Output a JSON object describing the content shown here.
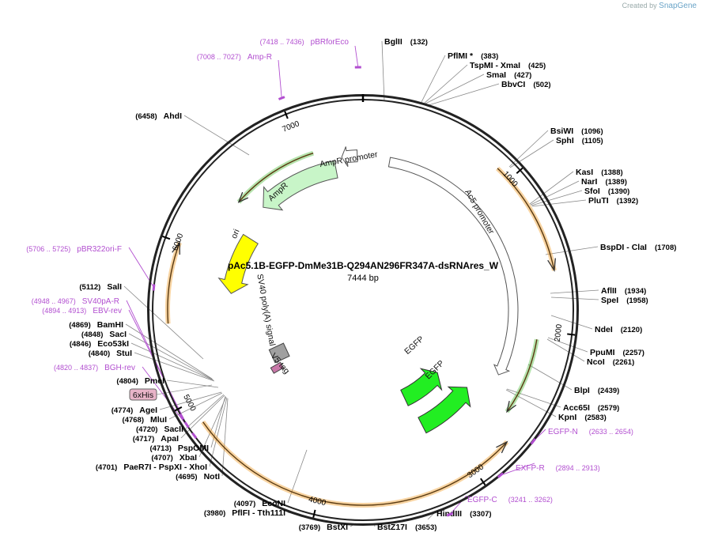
{
  "credit": {
    "prefix": "Created by",
    "brand": "SnapGene"
  },
  "plasmid": {
    "name": "pAc5.1B-EGFP-DmMe31B-Q294AN296FR347A-dsRNAres_W",
    "length": "7444 bp"
  },
  "ticks": [
    "1000",
    "2000",
    "3000",
    "4000",
    "5000",
    "6000",
    "7000"
  ],
  "enzymes": [
    {
      "name": "BglII",
      "pos": "(132)"
    },
    {
      "name": "PflMI *",
      "pos": "(383)"
    },
    {
      "name": "TspMI",
      "sep": " - ",
      "name2": "XmaI",
      "pos": "(425)"
    },
    {
      "name": "SmaI",
      "pos": "(427)"
    },
    {
      "name": "BbvCI",
      "pos": "(502)"
    },
    {
      "name": "BsiWI",
      "pos": "(1096)"
    },
    {
      "name": "SphI",
      "pos": "(1105)"
    },
    {
      "name": "KasI",
      "pos": "(1388)"
    },
    {
      "name": "NarI",
      "pos": "(1389)"
    },
    {
      "name": "SfoI",
      "pos": "(1390)"
    },
    {
      "name": "PluTI",
      "pos": "(1392)"
    },
    {
      "name": "BspDI",
      "sep": " - ",
      "name2": "ClaI",
      "pos": "(1708)"
    },
    {
      "name": "AflII",
      "pos": "(1934)"
    },
    {
      "name": "SpeI",
      "pos": "(1958)"
    },
    {
      "name": "NdeI",
      "pos": "(2120)"
    },
    {
      "name": "PpuMI",
      "pos": "(2257)"
    },
    {
      "name": "NcoI",
      "pos": "(2261)"
    },
    {
      "name": "BlpI",
      "pos": "(2439)"
    },
    {
      "name": "Acc65I",
      "pos": "(2579)"
    },
    {
      "name": "KpnI",
      "pos": "(2583)"
    },
    {
      "name": "HindIII",
      "pos": "(3307)"
    },
    {
      "name": "BstZ17I",
      "pos": "(3653)"
    },
    {
      "name": "BstXI",
      "pos": "(3769)"
    },
    {
      "name": "PflFI",
      "sep": " - ",
      "name2": "Tth111I",
      "pos": "(3980)"
    },
    {
      "name": "EcoNI",
      "pos": "(4097)"
    },
    {
      "name": "NotI",
      "pos": "(4695)"
    },
    {
      "name": "PaeR7I",
      "sep": " - ",
      "name2": "PspXI",
      "sep2": " - ",
      "name3": "XhoI",
      "pos": "(4701)"
    },
    {
      "name": "XbaI",
      "pos": "(4707)"
    },
    {
      "name": "PspOMI",
      "pos": "(4713)"
    },
    {
      "name": "ApaI",
      "pos": "(4717)"
    },
    {
      "name": "SacII",
      "pos": "(4720)"
    },
    {
      "name": "MluI",
      "pos": "(4768)"
    },
    {
      "name": "AgeI",
      "pos": "(4774)"
    },
    {
      "name": "PmeI",
      "pos": "(4804)"
    },
    {
      "name": "StuI",
      "pos": "(4840)"
    },
    {
      "name": "Eco53kI",
      "pos": "(4846)"
    },
    {
      "name": "SacI",
      "pos": "(4848)"
    },
    {
      "name": "BamHI",
      "pos": "(4869)"
    },
    {
      "name": "SalI",
      "pos": "(5112)"
    },
    {
      "name": "AhdI",
      "pos": "(6458)"
    }
  ],
  "primers": [
    {
      "name": "pBRforEco",
      "range": "(7418 .. 7436)"
    },
    {
      "name": "Amp-R",
      "range": "(7008 .. 7027)"
    },
    {
      "name": "pBR322ori-F",
      "range": "(5706 .. 5725)"
    },
    {
      "name": "SV40pA-R",
      "range": "(4948 .. 4967)"
    },
    {
      "name": "EBV-rev",
      "range": "(4894 .. 4913)"
    },
    {
      "name": "BGH-rev",
      "range": "(4820 .. 4837)"
    },
    {
      "name": "EGFP-N",
      "range": "(2633 .. 2654)"
    },
    {
      "name": "EXFP-R",
      "range": "(2894 .. 2913)"
    },
    {
      "name": "EGFP-C",
      "range": "(3241 .. 3262)"
    }
  ],
  "features": {
    "ampr_promoter": "AmpR promoter",
    "ampr": "AmpR",
    "ori": "ori",
    "ac5_promoter": "Ac5 promoter",
    "sv40": "SV40 poly(A) signal",
    "v5": "V5 tag",
    "egfp1": "EGFP",
    "egfp2": "EGFP",
    "his": "6xHis"
  },
  "colors": {
    "backbone": "#222222",
    "primer": "#b24fd0",
    "ampr_fill": "#c8f5c8",
    "ori_fill": "#ffff00",
    "egfp_fill": "#22ee22",
    "orf_orange": "#f0a030",
    "orf_green": "#5cc04a",
    "his_fill": "#e8b4c8",
    "v5_fill": "#c878a8",
    "sv40_fill": "#a0a0a0"
  }
}
